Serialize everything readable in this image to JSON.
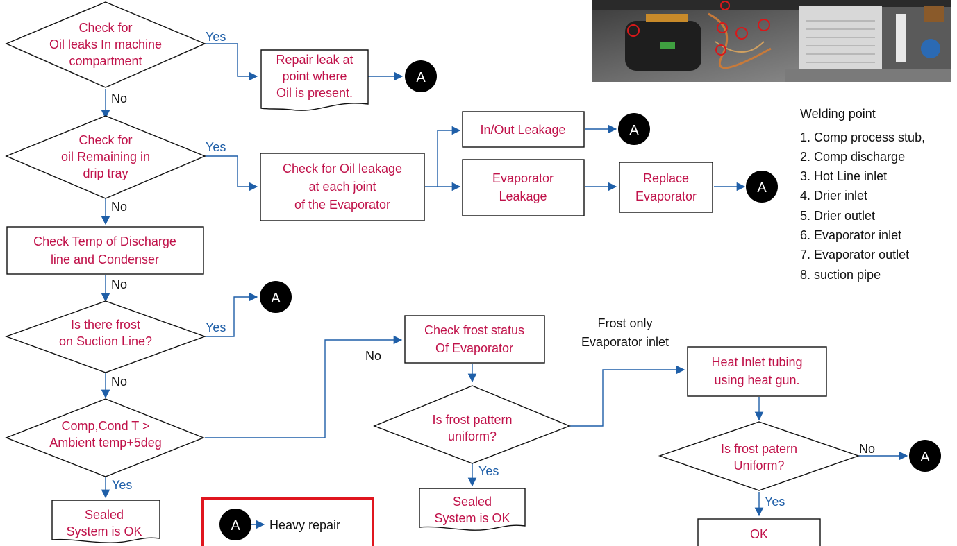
{
  "colors": {
    "node_text": "#c0124a",
    "connector": "#1f5fa8",
    "label_yes": "#1f5fa8",
    "legend_border": "#e0161f",
    "connector_fill": "#000000"
  },
  "nodes": {
    "d1": [
      "Check for",
      "Oil leaks In machine",
      "compartment"
    ],
    "r1": [
      "Repair leak at",
      "point where",
      "Oil is present."
    ],
    "d2": [
      "Check for",
      "oil Remaining in",
      "drip tray"
    ],
    "p1": [
      "Check for Oil leakage",
      "at each joint",
      "of the Evaporator"
    ],
    "p2": [
      "In/Out Leakage"
    ],
    "p3": [
      "Evaporator",
      "Leakage"
    ],
    "p4": [
      "Replace",
      "Evaporator"
    ],
    "p5": [
      "Check Temp of Discharge",
      "line and Condenser"
    ],
    "d3": [
      "Is there frost",
      "on Suction Line?"
    ],
    "d4": [
      "Comp,Cond T >",
      "Ambient temp+5deg"
    ],
    "t1": [
      "Sealed",
      "System is OK"
    ],
    "p6": [
      "Check frost status",
      "Of Evaporator"
    ],
    "d5": [
      "Is frost pattern",
      "uniform?"
    ],
    "t2": [
      "Sealed",
      "System is OK"
    ],
    "p7": [
      "Heat Inlet tubing",
      "using heat gun."
    ],
    "d6": [
      "Is frost patern",
      "Uniform?"
    ],
    "p8": [
      "OK"
    ]
  },
  "edge_labels": {
    "d1_yes": "Yes",
    "d1_no": "No",
    "d2_yes": "Yes",
    "d2_no": "No",
    "p5_no": "No",
    "d3_yes": "Yes",
    "d3_no": "No",
    "d4_yes": "Yes",
    "d4_no": "No",
    "d5_yes": "Yes",
    "d6_no": "No",
    "d6_yes": "Yes",
    "frost_only": [
      "Frost only",
      "Evaporator inlet"
    ]
  },
  "connector_label": "A",
  "legend": {
    "symbol": "A",
    "text": "Heavy repair"
  },
  "welding": {
    "title": "Welding point",
    "items": [
      "1. Comp process stub,",
      "2. Comp discharge",
      "3. Hot Line inlet",
      "4. Drier inlet",
      "5. Drier outlet",
      "6. Evaporator inlet",
      "7. Evaporator outlet",
      "8. suction pipe"
    ]
  }
}
